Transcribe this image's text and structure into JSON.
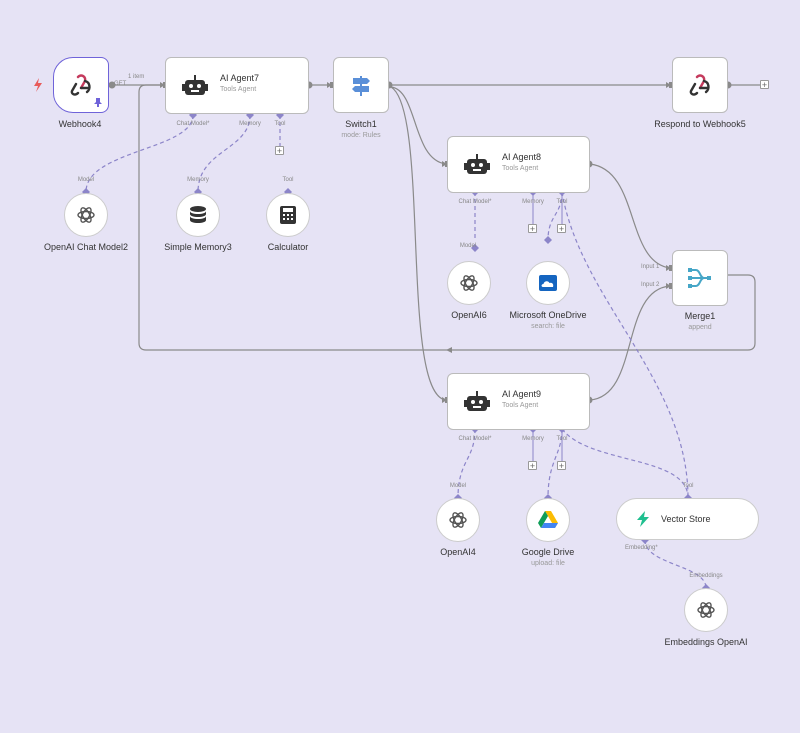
{
  "nodes": {
    "webhook4": {
      "label": "Webhook4"
    },
    "agent7": {
      "title": "AI Agent7",
      "subtitle": "Tools Agent"
    },
    "switch1": {
      "label": "Switch1",
      "sublabel": "mode: Rules"
    },
    "respond": {
      "label": "Respond to Webhook5"
    },
    "agent8": {
      "title": "AI Agent8",
      "subtitle": "Tools Agent"
    },
    "agent9": {
      "title": "AI Agent9",
      "subtitle": "Tools Agent"
    },
    "merge1": {
      "label": "Merge1",
      "sublabel": "append",
      "input1": "Input 1",
      "input2": "Input 2"
    },
    "openai_chat_model2": {
      "label": "OpenAI Chat Model2"
    },
    "simple_memory3": {
      "label": "Simple Memory3"
    },
    "calculator": {
      "label": "Calculator"
    },
    "openai6": {
      "label": "OpenAI6"
    },
    "onedrive": {
      "label": "Microsoft OneDrive",
      "sublabel": "search: file"
    },
    "openai4": {
      "label": "OpenAI4"
    },
    "gdrive": {
      "label": "Google Drive",
      "sublabel": "upload: file"
    },
    "vectorstore": {
      "title": "Vector Store"
    },
    "embeddings": {
      "label": "Embeddings OpenAI"
    }
  },
  "ports": {
    "chat_model_required": "Chat Model*",
    "memory": "Memory",
    "tool": "Tool",
    "model": "Model",
    "embedding_required": "Embedding*",
    "embeddings": "Embeddings"
  },
  "edge_labels": {
    "items": "1 item",
    "get": "GET"
  },
  "icons": {
    "webhook": "webhook-icon",
    "robot": "robot-icon",
    "switch": "signpost-icon",
    "merge": "merge-icon",
    "openai": "openai-icon",
    "memory": "database-icon",
    "calculator": "calculator-icon",
    "onedrive": "onedrive-icon",
    "gdrive": "google-drive-icon",
    "vectorstore": "lightning-icon",
    "trigger": "bolt-icon",
    "pin": "pin-icon"
  },
  "colors": {
    "canvas": "#e6e3f5",
    "edge": "#8a8a8a",
    "sub_edge": "#8c85c9",
    "webhook_accent": "#6f63d9"
  }
}
